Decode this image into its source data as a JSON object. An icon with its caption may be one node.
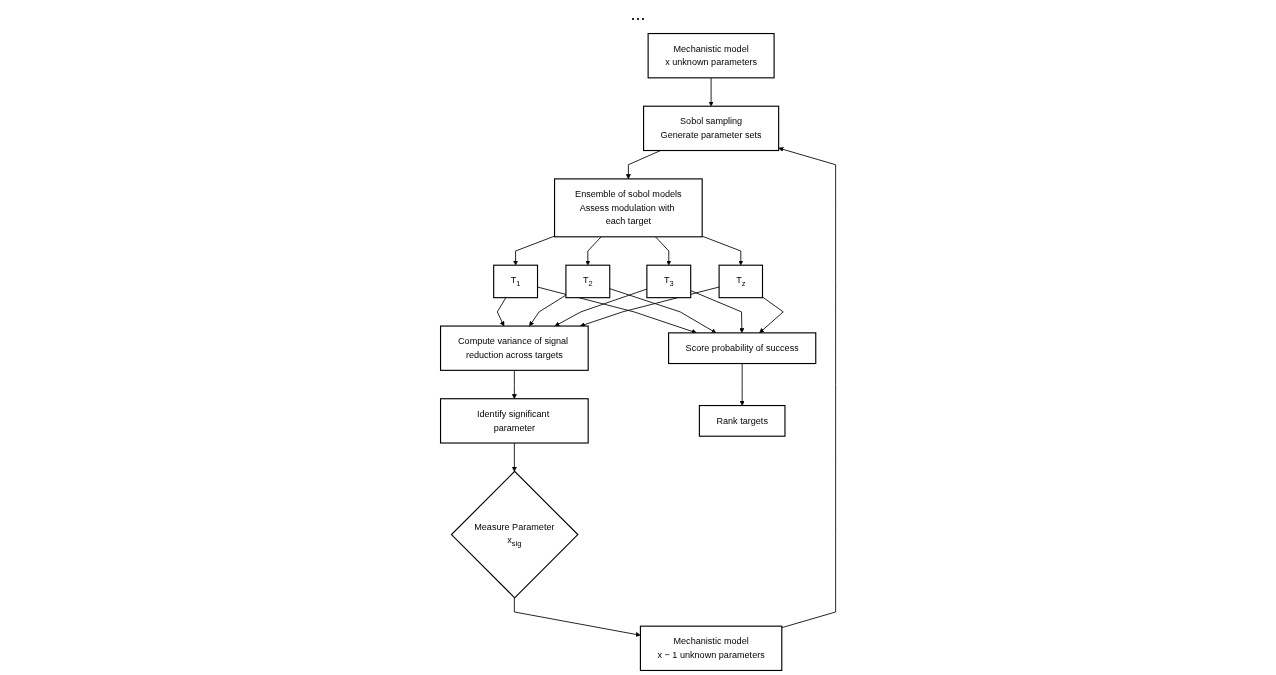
{
  "diagram": {
    "nodes": [
      {
        "text": [
          "Mechanistic model",
          "x unknown parameters"
        ]
      },
      {
        "text": [
          "Ensemble of sobol models",
          "Assess modulation with each target"
        ]
      },
      {
        "text": [
          "Sobol sampling",
          "Generate parameter sets"
        ]
      },
      {
        "text": [
          "T$_{1}$"
        ]
      },
      {
        "text": [
          "T$_{2}$"
        ]
      },
      {
        "text": [
          "T$_{3}$"
        ]
      },
      {
        "text": [
          "T$_{z}$"
        ]
      },
      {
        "text": [
          "Mechanistic model",
          "x − 1 unknown parameters"
        ]
      },
      {
        "text": [
          "Compute variance of signal reduction across targets"
        ]
      },
      {
        "text": [
          "Score probability of success"
        ]
      },
      {
        "text": [
          "Measure Parameter",
          "x$_{sig}$"
        ]
      },
      {
        "text": [
          "Identify significant parameter"
        ]
      },
      {
        "text": [
          "Rank targets"
        ]
      }
    ],
    "edges": [
      {
        "from": 0,
        "to": 2,
        "arrow": "to"
      },
      {
        "from": 2,
        "to": 1,
        "arrow": "to"
      },
      {
        "from": 1,
        "to": 3,
        "arrow": "to"
      },
      {
        "from": 1,
        "to": 4,
        "arrow": "to"
      },
      {
        "from": 1,
        "to": 5,
        "arrow": "to"
      },
      {
        "from": 1,
        "to": 6,
        "arrow": "to"
      },
      {
        "from": 3,
        "to": 8,
        "arrow": "to"
      },
      {
        "from": 4,
        "to": 8,
        "arrow": "to"
      },
      {
        "from": 5,
        "to": 8,
        "arrow": "to"
      },
      {
        "from": 6,
        "to": 8,
        "arrow": "to"
      },
      {
        "from": 3,
        "to": 9,
        "arrow": "to"
      },
      {
        "from": 4,
        "to": 9,
        "arrow": "to"
      },
      {
        "from": 5,
        "to": 9,
        "arrow": "to"
      },
      {
        "from": 6,
        "to": 9,
        "arrow": "to"
      },
      {
        "from": 8,
        "to": 11,
        "arrow": "to"
      },
      {
        "from": 11,
        "to": 10,
        "arrow": "to"
      },
      {
        "from": 10,
        "to": 7,
        "arrow": "to"
      },
      {
        "from": 7,
        "to": 2,
        "arrow": "to"
      },
      {
        "from": 9,
        "to": 12,
        "arrow": "to"
      }
    ],
    "labels": [
      "..."
    ]
  }
}
